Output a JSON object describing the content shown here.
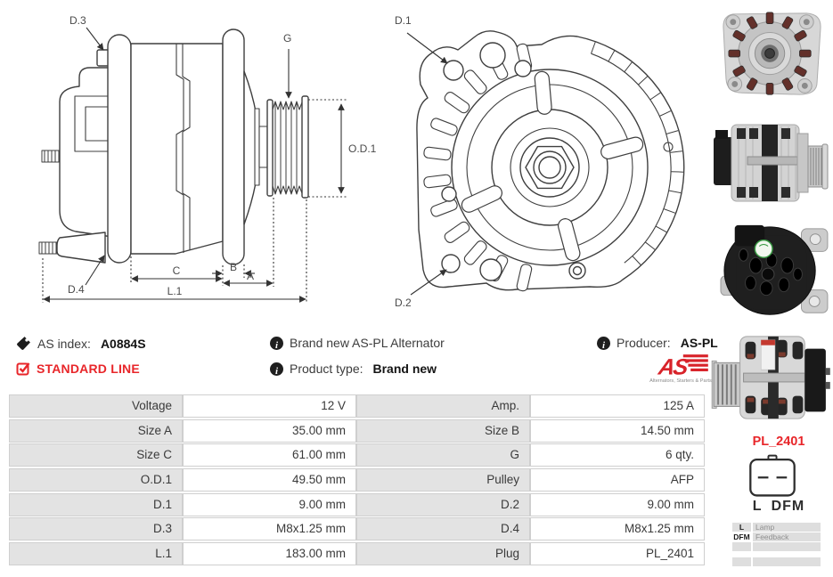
{
  "info": {
    "as_index_label": "AS index:",
    "as_index_value": "A0884S",
    "standard_line": "STANDARD LINE",
    "description": "Brand new AS-PL Alternator",
    "product_type_label": "Product type:",
    "product_type_value": "Brand new",
    "producer_label": "Producer:",
    "producer_value": "AS-PL",
    "logo_text": "AS",
    "logo_tagline": "Alternators, Starters & Parts"
  },
  "icons": {
    "as_index": "tag-icon",
    "standard_line": "checkbox-checked-icon",
    "info": "info-icon"
  },
  "drawings": {
    "side_view": {
      "d3": "D.3",
      "g": "G",
      "od1": "O.D.1",
      "d4": "D.4",
      "c": "C",
      "b": "B",
      "a": "A",
      "l1": "L.1"
    },
    "front_view": {
      "d1": "D.1",
      "d2": "D.2"
    }
  },
  "plug": {
    "code": "PL_2401",
    "pin1": "L",
    "pin2": "DFM",
    "legend": [
      {
        "abbr": "L",
        "desc": "Lamp"
      },
      {
        "abbr": "DFM",
        "desc": "Feedback"
      },
      {
        "abbr": "",
        "desc": ""
      },
      {
        "abbr": "",
        "desc": ""
      }
    ]
  },
  "spec_table": {
    "rows": [
      {
        "label1": "Voltage",
        "value1": "12 V",
        "label2": "Amp.",
        "value2": "125 A"
      },
      {
        "label1": "Size A",
        "value1": "35.00 mm",
        "label2": "Size B",
        "value2": "14.50 mm"
      },
      {
        "label1": "Size C",
        "value1": "61.00 mm",
        "label2": "G",
        "value2": "6 qty."
      },
      {
        "label1": "O.D.1",
        "value1": "49.50 mm",
        "label2": "Pulley",
        "value2": "AFP"
      },
      {
        "label1": "D.1",
        "value1": "9.00 mm",
        "label2": "D.2",
        "value2": "9.00 mm"
      },
      {
        "label1": "D.3",
        "value1": "M8x1.25 mm",
        "label2": "D.4",
        "value2": "M8x1.25 mm"
      },
      {
        "label1": "L.1",
        "value1": "183.00 mm",
        "label2": "Plug",
        "value2": "PL_2401"
      }
    ]
  },
  "colors": {
    "accent_red": "#e8262a",
    "table_label_bg": "#e3e3e3",
    "drawing_line": "#3f3f3f",
    "text": "#3a3a3a"
  }
}
